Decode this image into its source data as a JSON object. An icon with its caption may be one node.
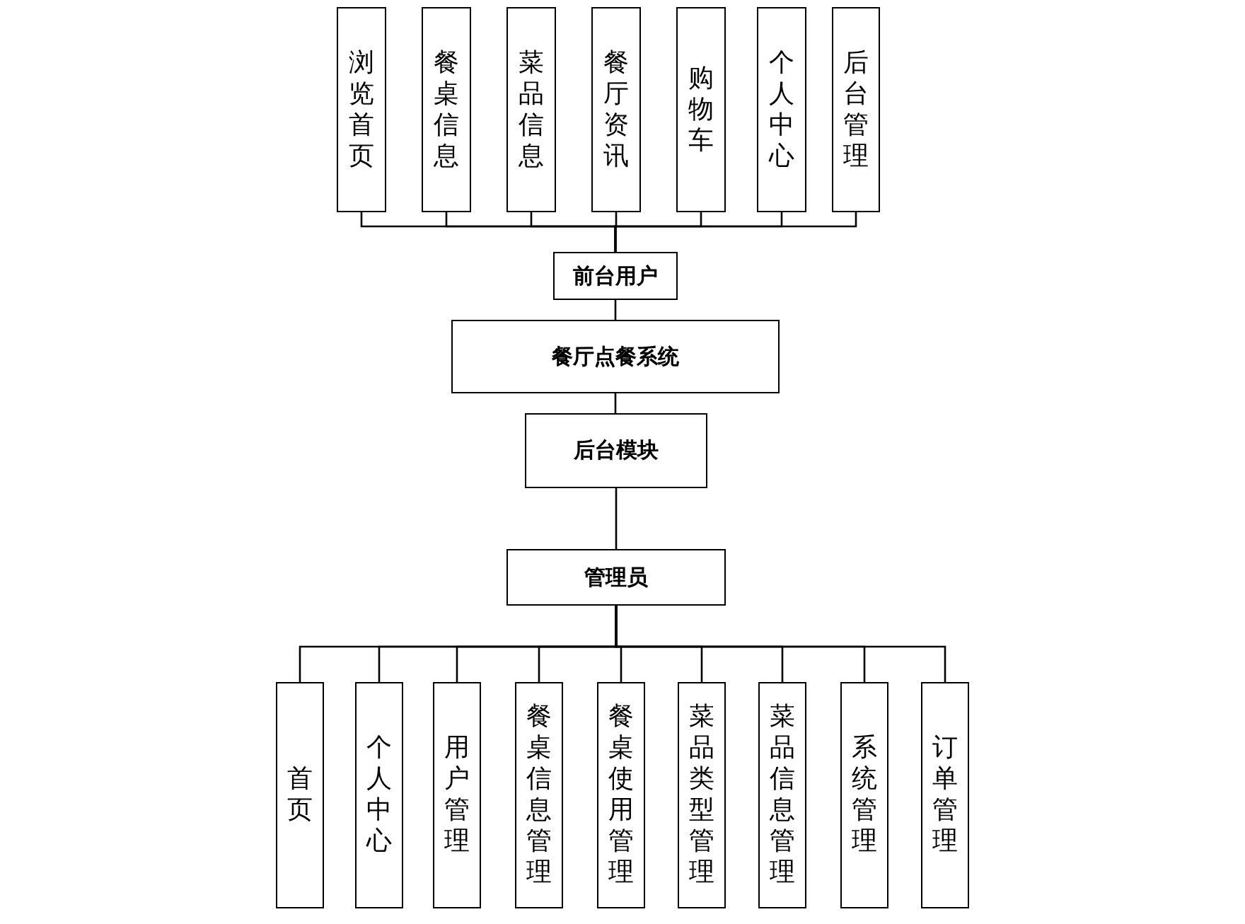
{
  "diagram": {
    "nodes": [
      {
        "text": [
          "浏览首页"
        ]
      },
      {
        "text": [
          "餐桌信息"
        ]
      },
      {
        "text": [
          "菜品信息"
        ]
      },
      {
        "text": [
          "餐厅资讯"
        ]
      },
      {
        "text": [
          "购物车"
        ]
      },
      {
        "text": [
          "个人中心"
        ]
      },
      {
        "text": [
          "后台管理"
        ]
      },
      {
        "text": [
          "前台用户"
        ]
      },
      {
        "text": [
          "餐厅点餐系统"
        ]
      },
      {
        "text": [
          "后台模块"
        ]
      },
      {
        "text": [
          "管理员"
        ]
      },
      {
        "text": [
          "首页"
        ]
      },
      {
        "text": [
          "个人中心"
        ]
      },
      {
        "text": [
          "用户管理"
        ]
      },
      {
        "text": [
          "餐桌信息管理"
        ]
      },
      {
        "text": [
          "餐桌使用管理"
        ]
      },
      {
        "text": [
          "菜品类型管理"
        ]
      },
      {
        "text": [
          "菜品信息管理"
        ]
      },
      {
        "text": [
          "系统管理"
        ]
      },
      {
        "text": [
          "订单管理"
        ]
      }
    ],
    "edges": [
      {
        "from": 7,
        "to": 0,
        "arrow": "none"
      },
      {
        "from": 7,
        "to": 1,
        "arrow": "none"
      },
      {
        "from": 7,
        "to": 2,
        "arrow": "none"
      },
      {
        "from": 7,
        "to": 3,
        "arrow": "none"
      },
      {
        "from": 7,
        "to": 4,
        "arrow": "none"
      },
      {
        "from": 7,
        "to": 5,
        "arrow": "none"
      },
      {
        "from": 7,
        "to": 6,
        "arrow": "none"
      },
      {
        "from": 7,
        "to": 8,
        "arrow": "none"
      },
      {
        "from": 8,
        "to": 9,
        "arrow": "none"
      },
      {
        "from": 9,
        "to": 10,
        "arrow": "none"
      },
      {
        "from": 10,
        "to": 11,
        "arrow": "none"
      },
      {
        "from": 10,
        "to": 12,
        "arrow": "none"
      },
      {
        "from": 10,
        "to": 13,
        "arrow": "none"
      },
      {
        "from": 10,
        "to": 14,
        "arrow": "none"
      },
      {
        "from": 10,
        "to": 15,
        "arrow": "none"
      },
      {
        "from": 10,
        "to": 16,
        "arrow": "none"
      },
      {
        "from": 10,
        "to": 17,
        "arrow": "none"
      },
      {
        "from": 10,
        "to": 18,
        "arrow": "none"
      },
      {
        "from": 10,
        "to": 19,
        "arrow": "none"
      }
    ]
  }
}
